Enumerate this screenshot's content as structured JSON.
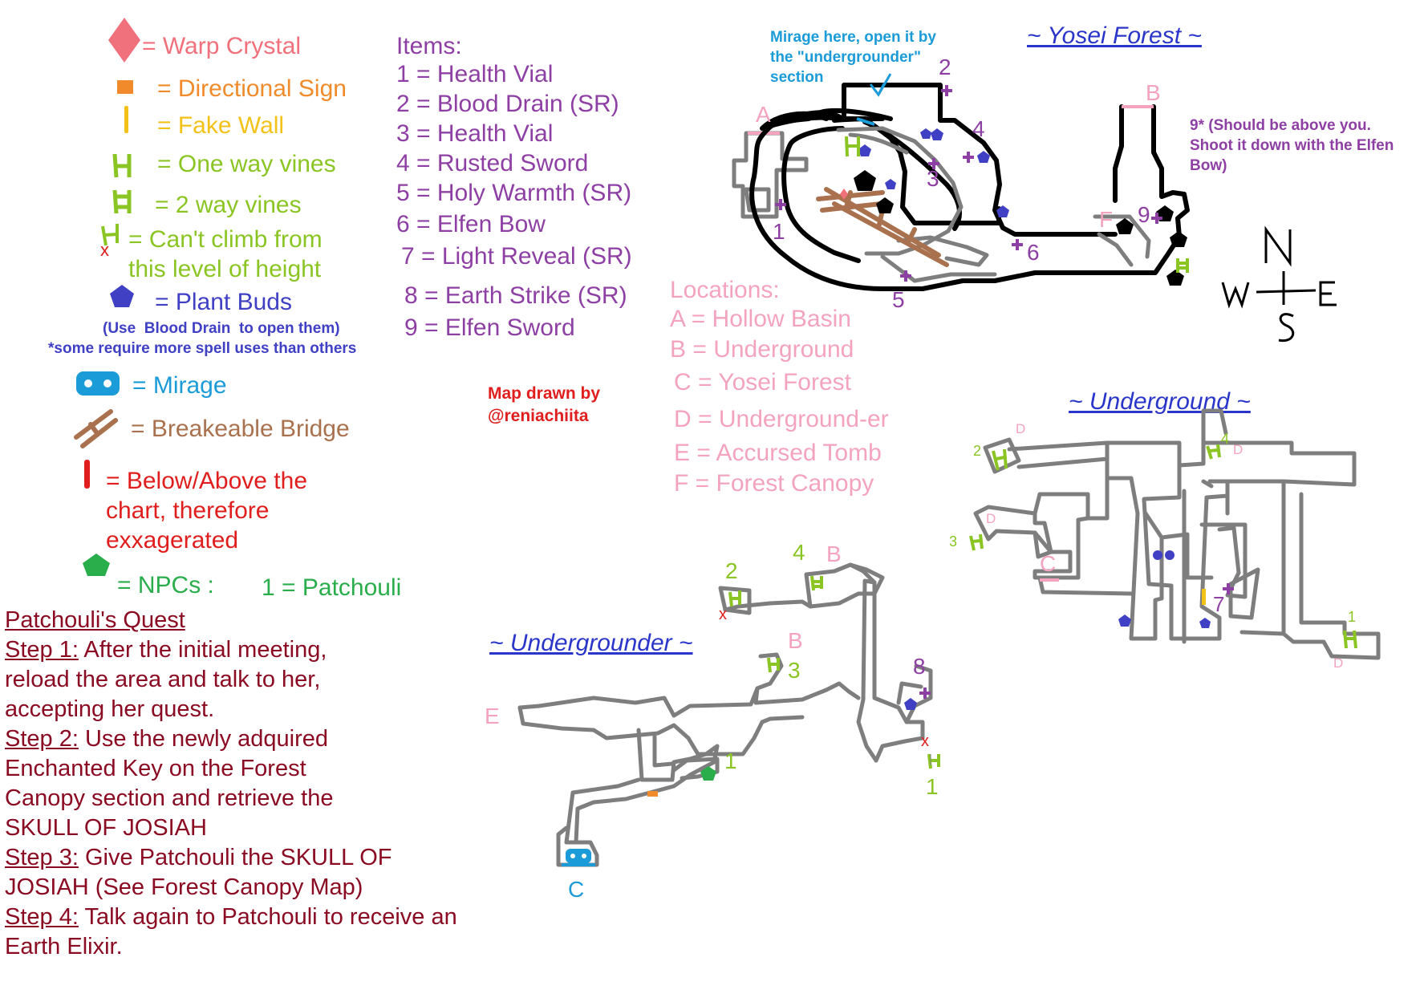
{
  "legend": {
    "warp_crystal": "= Warp Crystal",
    "directional_sign": "= Directional Sign",
    "fake_wall": "= Fake Wall",
    "one_way_vines": "= One way vines",
    "two_way_vines": "= 2 way vines",
    "cant_climb_1": "= Can't climb from",
    "cant_climb_2": "this level of height",
    "plant_buds": "= Plant Buds",
    "plant_buds_note_1": "(Use",
    "plant_buds_note_spell": "Blood Drain",
    "plant_buds_note_2": "to open them)",
    "plant_buds_note_3": "*some require more spell uses than others",
    "mirage": "= Mirage",
    "breakable_bridge": "= Breakeable Bridge",
    "below_above_1": "= Below/Above the",
    "below_above_2": "chart, therefore",
    "below_above_3": "exxagerated",
    "npcs": "= NPCs :",
    "npc_1": "1 = Patchouli",
    "x_mark": "x"
  },
  "items": {
    "heading": "Items:",
    "list": [
      "1 = Health Vial",
      "2 = Blood Drain (SR)",
      "3 = Health Vial",
      "4 = Rusted Sword",
      "5 = Holy Warmth (SR)",
      "6 = Elfen Bow",
      "7 = Light Reveal (SR)",
      "8 = Earth Strike (SR)",
      "9 = Elfen Sword"
    ]
  },
  "credit": {
    "line1": "Map drawn by",
    "line2": "@reniachiita"
  },
  "locations": {
    "heading": "Locations:",
    "list": [
      "A = Hollow Basin",
      "B = Underground",
      "C = Yosei Forest",
      "D = Underground-er",
      "E = Accursed Tomb",
      "F = Forest Canopy"
    ]
  },
  "quest": {
    "title": "Patchouli's Quest",
    "steps": [
      {
        "label": "Step 1:",
        "text": " After the initial meeting,",
        "cont": [
          "reload the area and talk to her,",
          "accepting her quest."
        ]
      },
      {
        "label": "Step 2:",
        "text": " Use the newly adquired",
        "cont": [
          "Enchanted Key on the Forest",
          "Canopy section and retrieve the",
          "SKULL OF JOSIAH"
        ]
      },
      {
        "label": "Step 3:",
        "text": " Give Patchouli the SKULL OF",
        "cont": [
          "JOSIAH (See Forest Canopy Map)"
        ]
      },
      {
        "label": "Step 4:",
        "text": " Talk again to Patchouli to receive an",
        "cont": [
          "Earth Elixir."
        ]
      }
    ]
  },
  "maps": {
    "yosei": {
      "title": "~ Yosei Forest ~",
      "mirage_note": [
        "Mirage here, open it by",
        "the \"undergrounder\"",
        "section"
      ],
      "item9_note": [
        "9* (Should be above you.",
        "Shoot it down with the Elfen",
        "Bow)"
      ],
      "labels": {
        "A": "A",
        "B": "B",
        "F": "F",
        "n1": "1",
        "n2": "2",
        "n3": "3",
        "n4": "4",
        "n5": "5",
        "n6": "6",
        "n9": "9"
      }
    },
    "underground": {
      "title": "~ Underground ~",
      "labels": {
        "C": "C",
        "D": "D",
        "n1": "1",
        "n2": "2",
        "n3": "3",
        "n4": "4",
        "n7": "7"
      }
    },
    "undergrounder": {
      "title": "~ Undergrounder ~",
      "labels": {
        "B": "B",
        "C": "C",
        "E": "E",
        "n1": "1",
        "n2": "2",
        "n3": "3",
        "n4": "4",
        "n8": "8",
        "x": "x"
      }
    }
  },
  "compass": {
    "N": "N",
    "W": "W",
    "E": "E",
    "S": "S"
  },
  "colors": {
    "warp": "#f0707b",
    "sign": "#f08a2a",
    "fake_wall": "#f3c218",
    "vines": "#8ac523",
    "plant_buds": "#3f40c4",
    "mirage": "#1b9bd8",
    "bridge": "#a9714d",
    "below_above": "#e01e1e",
    "npc": "#2aad4b",
    "items": "#8e3fa3",
    "locations": "#f4a3bf",
    "quest": "#8a0b22",
    "title": "#2a36c9"
  }
}
